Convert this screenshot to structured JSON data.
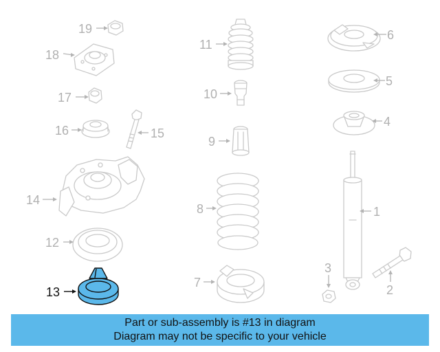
{
  "diagram": {
    "callouts": [
      "1",
      "2",
      "3",
      "4",
      "5",
      "6",
      "7",
      "8",
      "9",
      "10",
      "11",
      "12",
      "13",
      "14",
      "15",
      "16",
      "17",
      "18",
      "19"
    ],
    "highlighted_part": "13",
    "colors": {
      "highlight": "#5bb8ea",
      "part_line": "#c9c9c9",
      "label": "#b0b0b0"
    }
  },
  "banner": {
    "line1": "Part or sub-assembly is #13 in diagram",
    "line2": "Diagram may not be specific to your vehicle"
  }
}
